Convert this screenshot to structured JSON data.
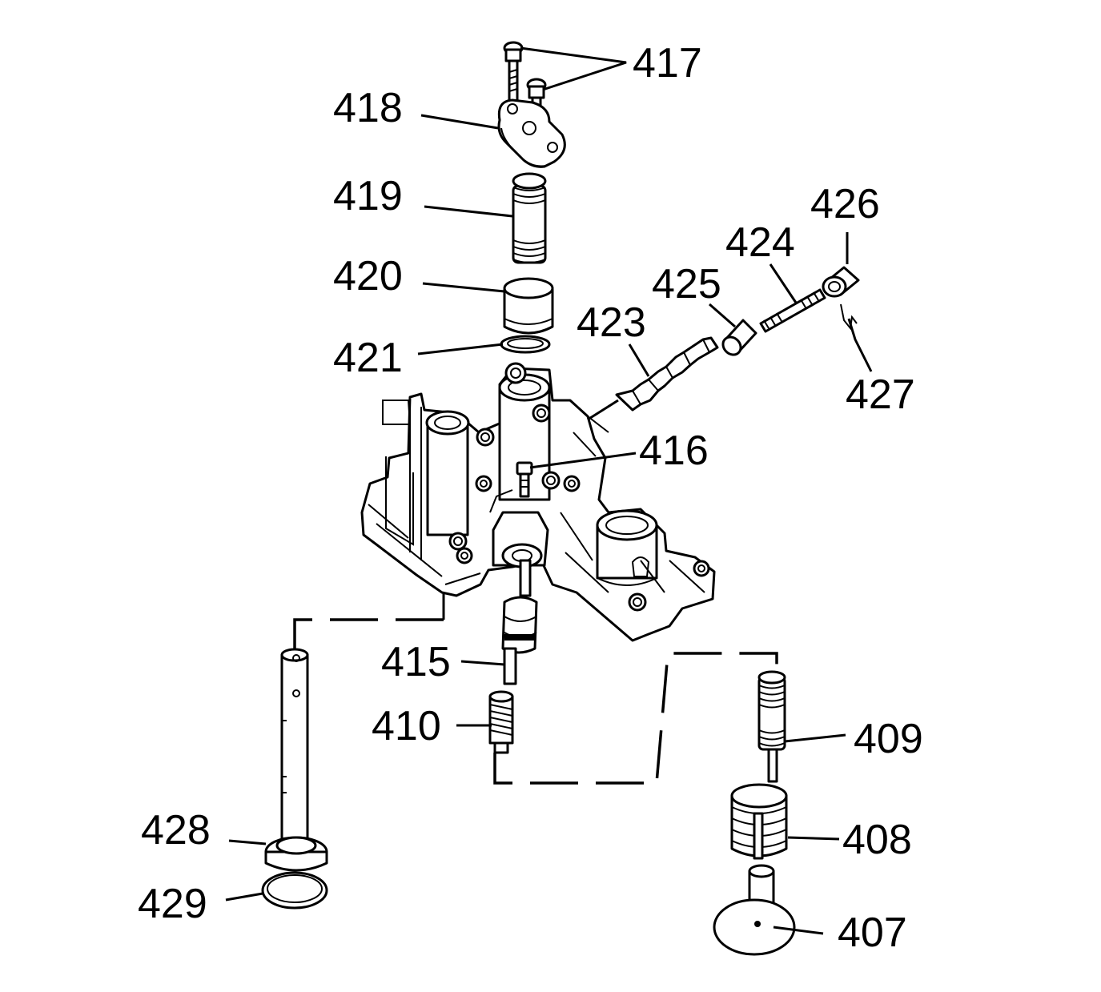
{
  "callouts": {
    "c407": "407",
    "c408": "408",
    "c409": "409",
    "c410": "410",
    "c415": "415",
    "c416": "416",
    "c417": "417",
    "c418": "418",
    "c419": "419",
    "c420": "420",
    "c421": "421",
    "c423": "423",
    "c424": "424",
    "c425": "425",
    "c426": "426",
    "c427": "427",
    "c428": "428",
    "c429": "429"
  },
  "colors": {
    "line": "#000000",
    "background": "#ffffff"
  }
}
